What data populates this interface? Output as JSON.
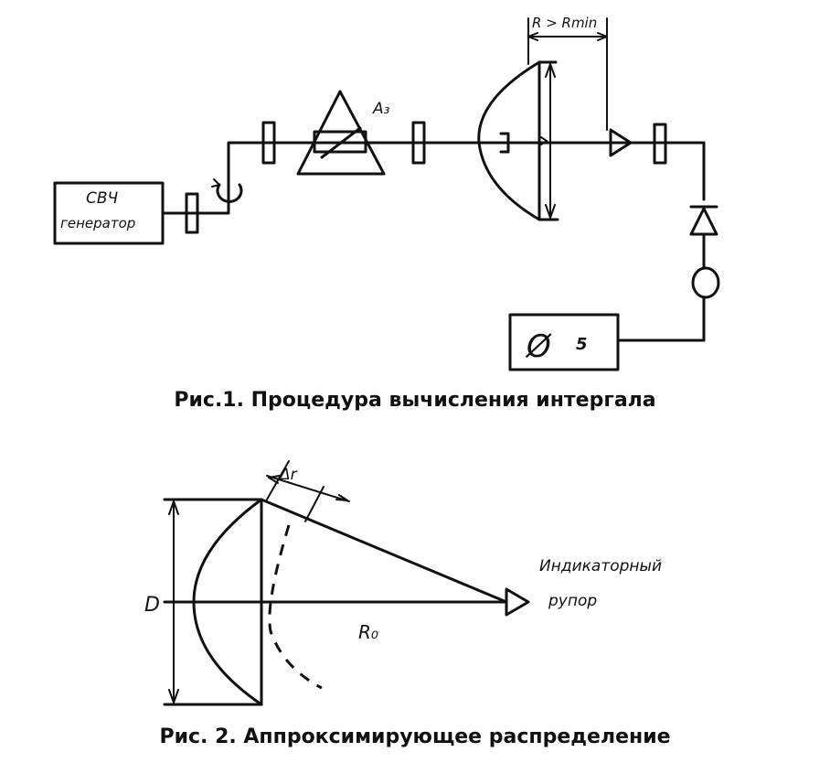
{
  "figure1": {
    "generator_label_line1": "СВЧ",
    "generator_label_line2": "генератор",
    "attenuator_label": "А₃",
    "distance_label": "R > Rmin",
    "meter_symbol": "Ø",
    "meter_label": "5",
    "caption": "Рис.1. Процедура вычисления интергала"
  },
  "figure2": {
    "diameter_label": "D",
    "delta_label": "Δr",
    "distance_label": "R₀",
    "horn_label_line1": "Индикаторный",
    "horn_label_line2": "рупор",
    "caption": "Рис. 2. Аппроксимирующее распределение"
  }
}
